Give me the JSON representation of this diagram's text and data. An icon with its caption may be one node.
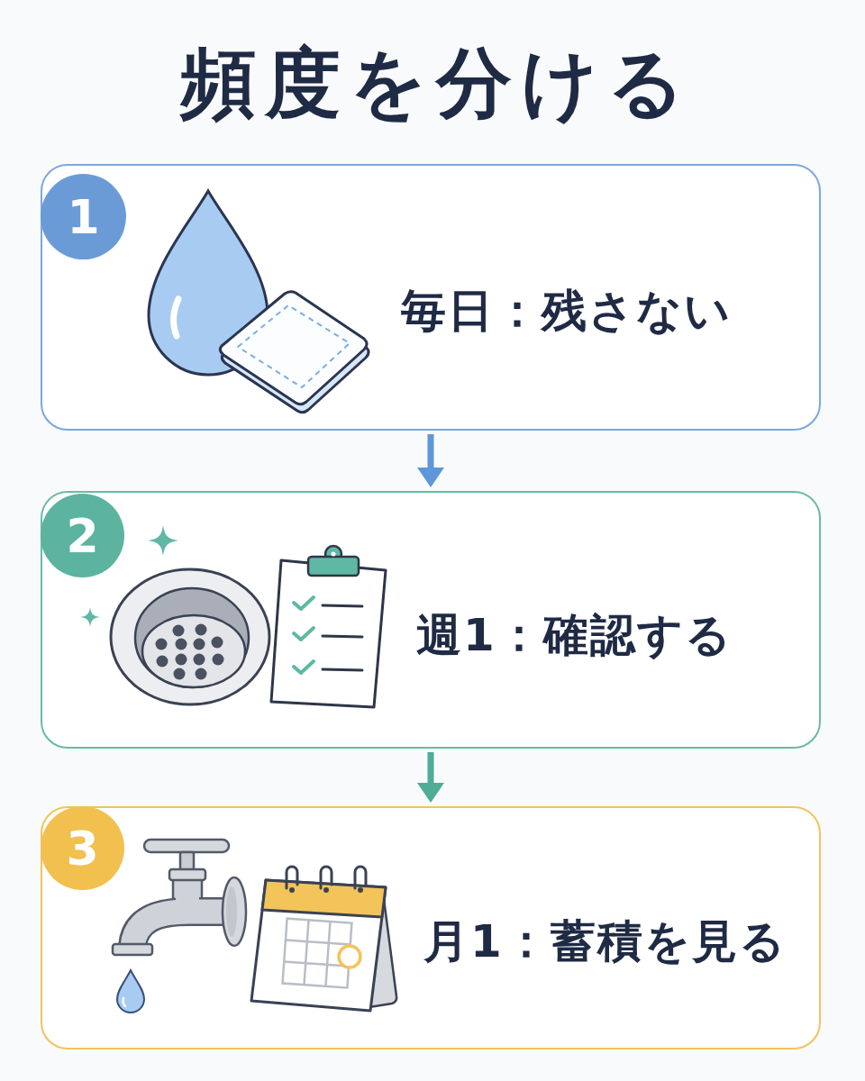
{
  "diagram": {
    "title": "頻度を分ける",
    "nodes": [
      {
        "text": [
          "毎日：残さない"
        ]
      },
      {
        "text": [
          "1"
        ],
        "in": 0
      },
      {
        "text": [
          "週1：確認する"
        ]
      },
      {
        "text": [
          "2"
        ],
        "in": 2
      },
      {
        "text": [
          "月1：蓄積を見る"
        ]
      },
      {
        "text": [
          "3"
        ],
        "in": 4
      }
    ],
    "edges": [
      {
        "from": 0,
        "to": 2,
        "arrow": "to",
        "color": "#5e98da"
      },
      {
        "from": 2,
        "to": 4,
        "arrow": "to",
        "color": "#4fac96"
      }
    ]
  }
}
